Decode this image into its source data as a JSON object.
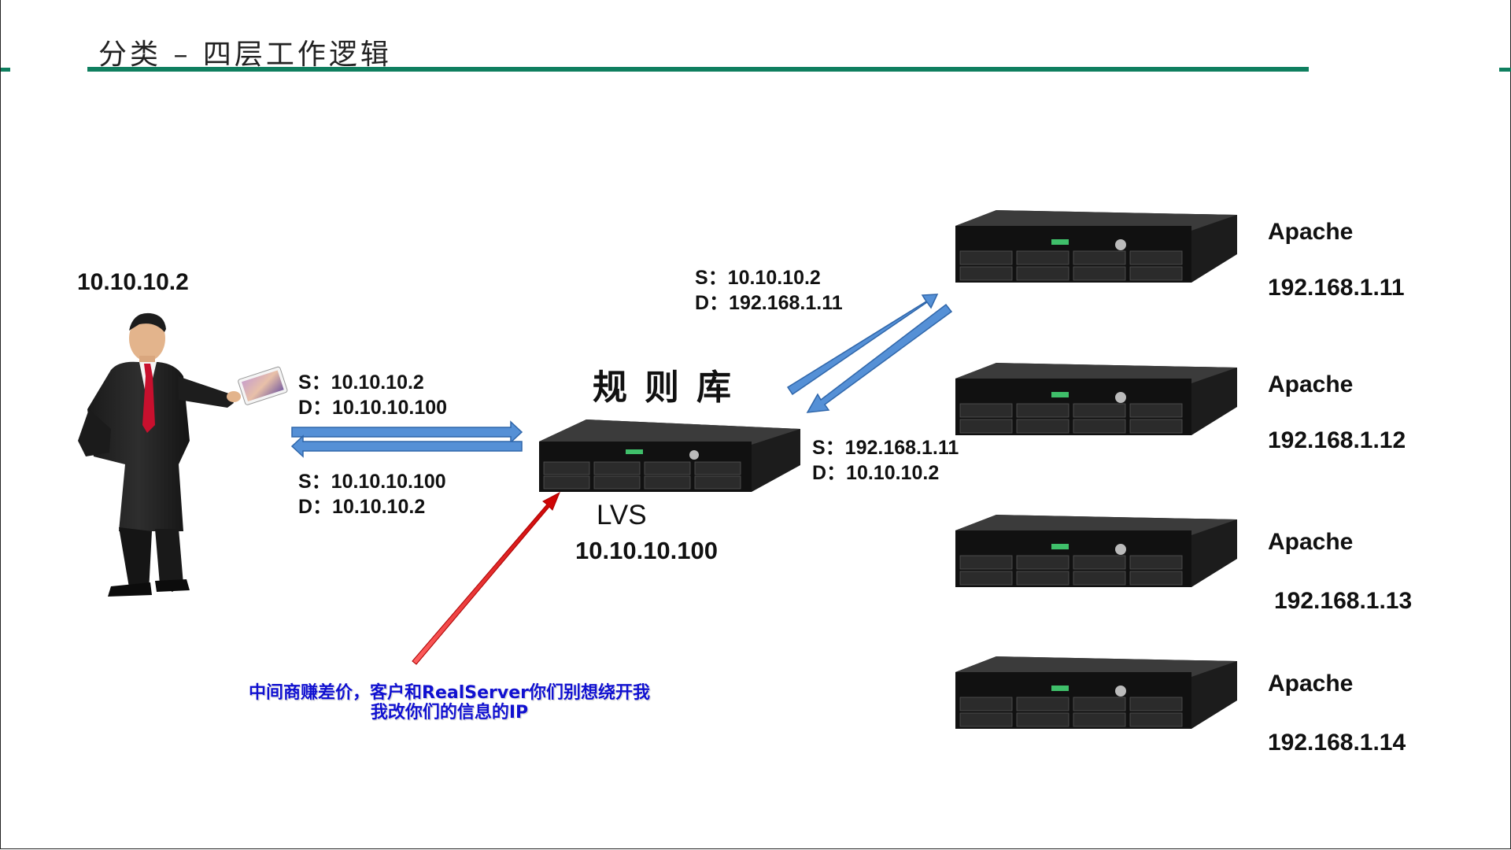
{
  "slide": {
    "title": "分类 – 四层工作逻辑"
  },
  "client": {
    "ip": "10.10.10.2"
  },
  "client_packets": {
    "request": {
      "s": "S：10.10.10.2",
      "d": "D：10.10.10.100"
    },
    "response": {
      "s": "S：10.10.10.100",
      "d": "D：10.10.10.2"
    }
  },
  "lvs": {
    "rule_label": "规则库",
    "name": "LVS",
    "ip": "10.10.10.100"
  },
  "backend_packets": {
    "request": {
      "s": "S：10.10.10.2",
      "d": "D：192.168.1.11"
    },
    "response": {
      "s": "S：192.168.1.11",
      "d": "D：10.10.10.2"
    }
  },
  "servers": [
    {
      "name": "Apache",
      "ip": "192.168.1.11"
    },
    {
      "name": "Apache",
      "ip": "192.168.1.12"
    },
    {
      "name": "Apache",
      "ip": "192.168.1.13"
    },
    {
      "name": "Apache",
      "ip": "192.168.1.14"
    }
  ],
  "annotation": {
    "line1": "中间商赚差价，客户和RealServer你们别想绕开我",
    "line2": "我改你们的信息的IP"
  },
  "colors": {
    "accent_rule": "#0f7f5f",
    "flow_arrow": "#4a86cf",
    "pointer_arrow": "#e01010",
    "annotation_text": "#1010d0"
  },
  "icons": {
    "client": "businessman-with-tablet-icon",
    "server": "rack-server-icon"
  }
}
